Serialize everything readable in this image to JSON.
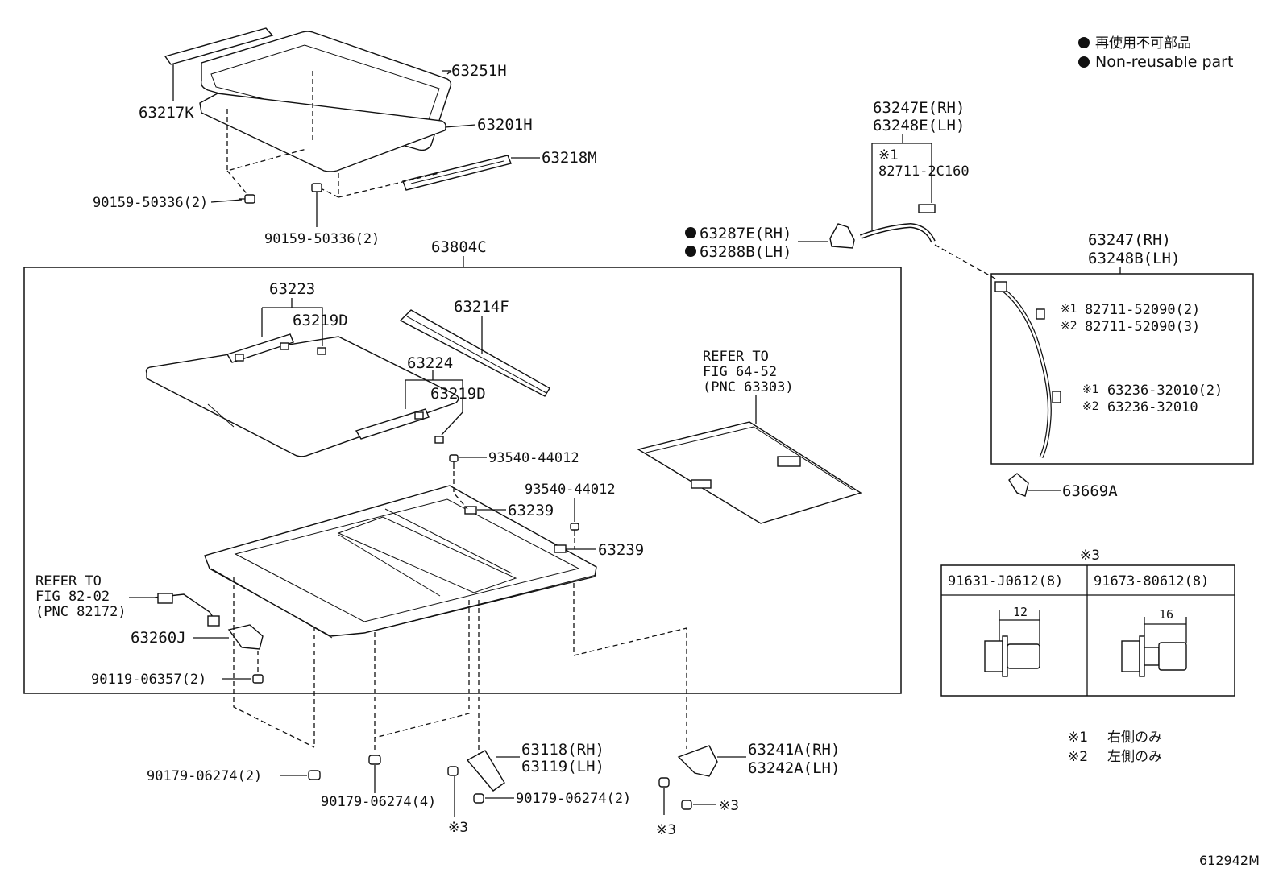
{
  "legend": {
    "line1": "再使用不可部品",
    "line2": "Non-reusable part"
  },
  "labels": {
    "p63251H": "63251H",
    "p63217K": "63217K",
    "p63201H": "63201H",
    "p63218M": "63218M",
    "p90159a": "90159-50336(2)",
    "p90159b": "90159-50336(2)",
    "p63804C": "63804C",
    "p63247E": "63247E(RH)",
    "p63248E": "63248E(LH)",
    "p82711_2C": "82711-2C160",
    "mark1a": "※1",
    "p63287E": "63287E(RH)",
    "p63288B": "63288B(LH)",
    "p63247": "63247(RH)",
    "p63248B": "63248B(LH)",
    "p82711a": "82711-52090(2)",
    "p82711b": "82711-52090(3)",
    "p63236a": "63236-32010(2)",
    "p63236b": "63236-32010",
    "p63669A": "63669A",
    "p63223": "63223",
    "p63219D_1": "63219D",
    "p63214F": "63214F",
    "p63224": "63224",
    "p63219D_2": "63219D",
    "refer1_l1": "REFER TO",
    "refer1_l2": "FIG 64-52",
    "refer1_l3": "(PNC 63303)",
    "p93540a": "93540-44012",
    "p93540b": "93540-44012",
    "p63239a": "63239",
    "p63239b": "63239",
    "refer2_l1": "REFER TO",
    "refer2_l2": "FIG 82-02",
    "refer2_l3": "(PNC 82172)",
    "p63260J": "63260J",
    "p90119": "90119-06357(2)",
    "p90179a": "90179-06274(2)",
    "p90179b": "90179-06274(4)",
    "p63118": "63118(RH)",
    "p63119": "63119(LH)",
    "p90179c": "90179-06274(2)",
    "p63241A": "63241A(RH)",
    "p63242A": "63242A(LH)",
    "mark3a": "※3",
    "mark3b": "※3",
    "mark3c": "※3",
    "m1": "※1",
    "m2": "※2",
    "m1b": "※1",
    "m2b": "※2"
  },
  "fastener_table": {
    "title": "※3",
    "col1": "91631-J0612(8)",
    "col2": "91673-80612(8)",
    "dim1": "12",
    "dim2": "16"
  },
  "notes": {
    "n1_mark": "※1",
    "n1_text": "右側のみ",
    "n2_mark": "※2",
    "n2_text": "左側のみ"
  },
  "figure_id": "612942M"
}
